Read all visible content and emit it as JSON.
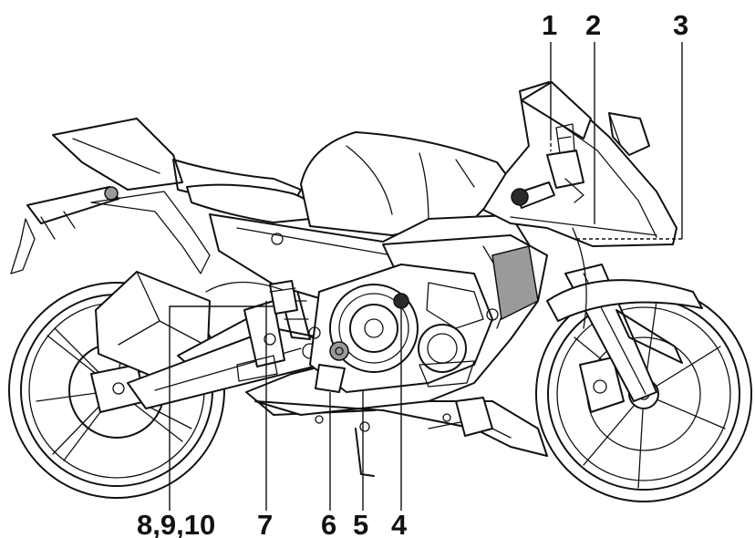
{
  "callouts": {
    "c1": "1",
    "c2": "2",
    "c3": "3",
    "c4": "4",
    "c5": "5",
    "c6": "6",
    "c7": "7",
    "c8": "8,9,10"
  },
  "colors": {
    "ink": "#111111",
    "grey": "#9a9a9a",
    "background": "#ffffff"
  }
}
